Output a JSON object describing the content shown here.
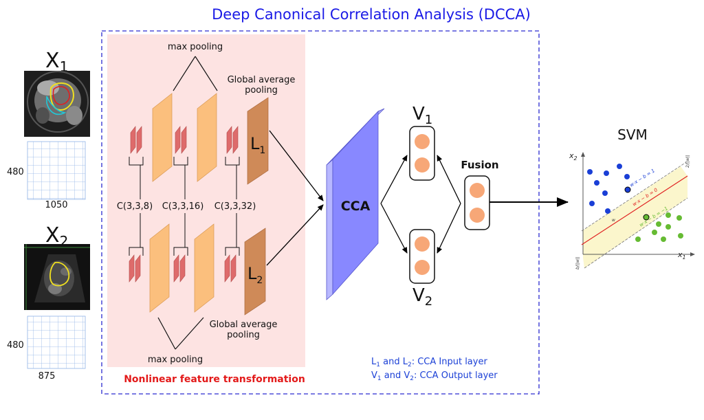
{
  "title": "Deep Canonical Correlation Analysis (DCCA)",
  "inputs": [
    {
      "label": "X",
      "sub": "1",
      "height": "480",
      "width": "1050"
    },
    {
      "label": "X",
      "sub": "2",
      "height": "480",
      "width": "875"
    }
  ],
  "pooling": {
    "max_top": "max pooling",
    "max_bottom": "max pooling",
    "gap_top": [
      "Global average",
      "pooling"
    ],
    "gap_bottom": [
      "Global average",
      "pooling"
    ]
  },
  "conv_labels": [
    "C(3,3,8)",
    "C(3,3,16)",
    "C(3,3,32)"
  ],
  "layers": {
    "l1": {
      "main": "L",
      "sub": "1"
    },
    "l2": {
      "main": "L",
      "sub": "2"
    }
  },
  "cca_label": "CCA",
  "v1": {
    "main": "V",
    "sub": "1"
  },
  "v2": {
    "main": "V",
    "sub": "2"
  },
  "fusion_label": "Fusion",
  "nonlinear_label": "Nonlinear feature transformation",
  "legend": {
    "line1": {
      "a": "L",
      "a_sub": "1",
      "mid": " and ",
      "b": "L",
      "b_sub": "2",
      "rest": ": CCA Input layer"
    },
    "line2": {
      "a": "V",
      "a_sub": "1",
      "mid": " and ",
      "b": "V",
      "b_sub": "2",
      "rest": ": CCA Output layer"
    }
  },
  "svm": {
    "title": "SVM",
    "x_axis": {
      "main": "x",
      "sub": "1"
    },
    "y_axis": {
      "main": "x",
      "sub": "2"
    },
    "line_labels": [
      "w·x − b = 1",
      "w·x − b = 0",
      "w·x − b = −1"
    ],
    "margin_label": "2/||w||",
    "offset_label": "b/||w||",
    "w_label": "w"
  },
  "colors": {
    "title": "#1a1ae6",
    "box_border": "#2a2ad0",
    "pink_bg": "#fde3e2",
    "orange_plane": "#fbbf7d",
    "brown_plane": "#cf8a58",
    "red_conv": "#de6b6b",
    "cca_face": "#8888ff",
    "circle": "#f7a777",
    "red_text": "#e31a1a",
    "blue_dot": "#1a3fd6",
    "green_dot": "#66bb33",
    "margin_fill": "#fbf6cc"
  }
}
